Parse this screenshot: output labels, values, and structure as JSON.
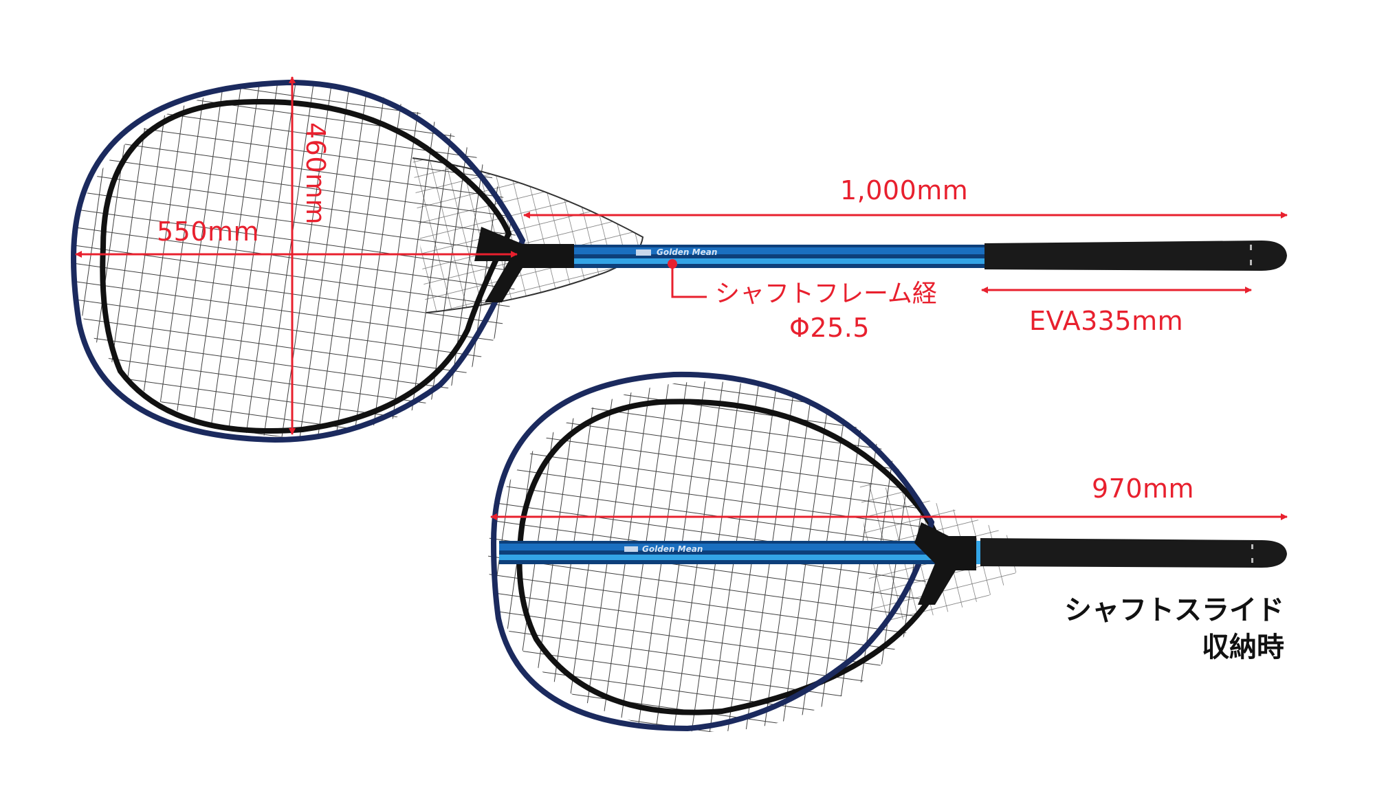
{
  "diagram": {
    "subject": "Landing net dimensions",
    "colors": {
      "dimension_red": "#e8202e",
      "frame_navy": "#1b2a5e",
      "shaft_blue": "#1a6fc0",
      "shaft_light": "#33a4e6",
      "grip_black": "#1a1a1a",
      "net_black": "#222222"
    },
    "extended_view": {
      "frame_width_label": "550mm",
      "frame_height_label": "460mm",
      "total_length_label": "1,000mm",
      "shaft_diameter_label_line1": "シャフトフレーム経",
      "shaft_diameter_label_line2": "Φ25.5",
      "grip_length_label": "EVA335mm",
      "shaft_brand_text": "Golden Mean"
    },
    "stowed_view": {
      "total_length_label": "970mm",
      "caption_line1": "シャフトスライド",
      "caption_line2": "収納時",
      "shaft_brand_text": "Golden Mean"
    }
  }
}
